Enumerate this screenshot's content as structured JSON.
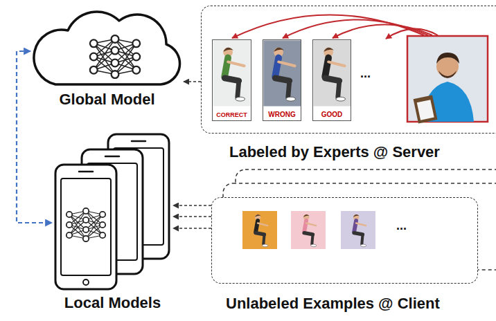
{
  "diagram": {
    "nodes": [
      {
        "text": [
          "Global Model"
        ]
      },
      {
        "text": [
          "Labeled by Experts @ Server"
        ]
      },
      {
        "text": [
          "CORRECT"
        ],
        "in": 1
      },
      {
        "text": [
          "WRONG"
        ],
        "in": 1
      },
      {
        "text": [
          "GOOD"
        ],
        "in": 1
      },
      {
        "text": [
          "Local Models"
        ]
      },
      {
        "text": [
          "Unlabeled Examples @ Client"
        ]
      }
    ],
    "edges": [
      {
        "from": 0,
        "to": 5,
        "arrow": "both"
      },
      {
        "from": 1,
        "to": 0,
        "arrow": "to"
      },
      {
        "from": 6,
        "to": 5,
        "arrow": "to"
      },
      {
        "from": 6,
        "to": 5,
        "arrow": "to"
      },
      {
        "from": 6,
        "to": 5,
        "arrow": "to"
      }
    ],
    "labels": [
      "...",
      "..."
    ]
  }
}
